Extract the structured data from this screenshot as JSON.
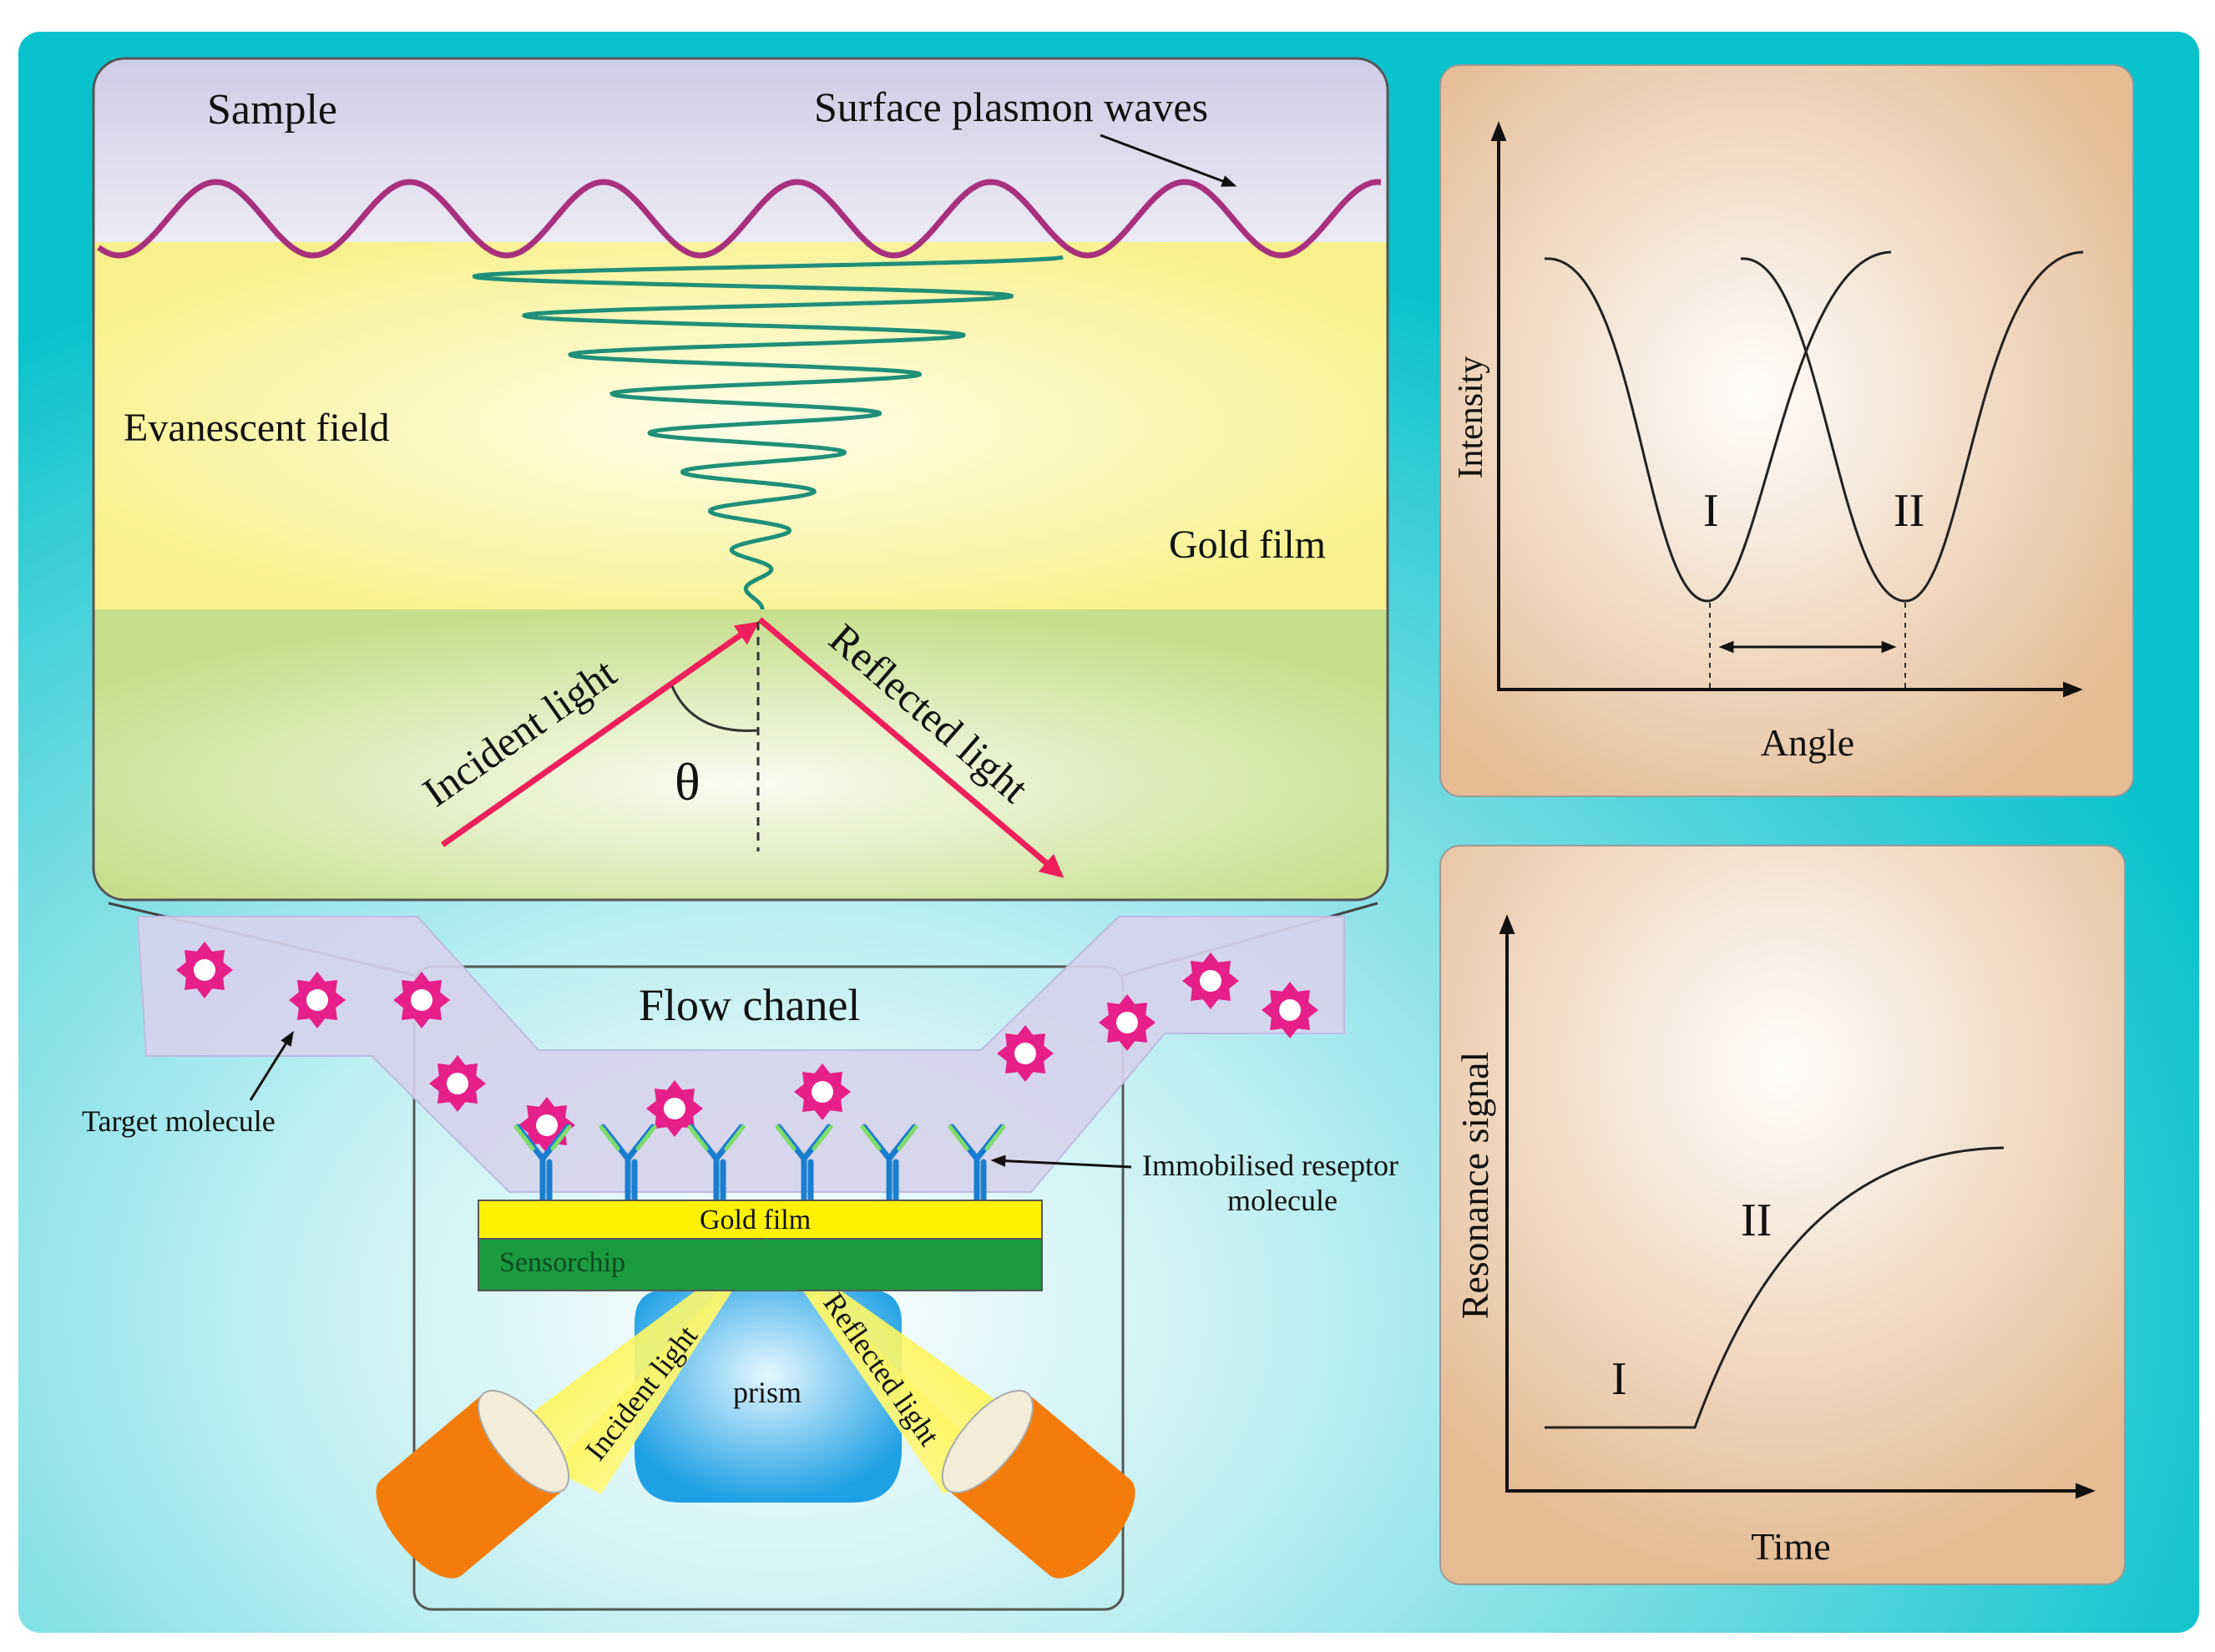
{
  "zoom_panel": {
    "sample_label": "Sample",
    "plasmon_label": "Surface plasmon waves",
    "evanescent_label": "Evanescent field",
    "gold_label": "Gold film",
    "incident_label": "Incident light",
    "reflected_label": "Reflected light",
    "theta_label": "θ"
  },
  "flow_channel": {
    "title": "Flow chanel",
    "target_label": "Target molecule",
    "receptor_label_line1": "Immobilised reseptor",
    "receptor_label_line2": "molecule",
    "gold_film_label": "Gold film",
    "sensorchip_label": "Sensorchip",
    "prism_label": "prism",
    "incident_label": "Incident light",
    "reflected_label": "Reflected light"
  },
  "angle_plot": {
    "ylabel": "Intensity",
    "xlabel": "Angle",
    "dip1_label": "I",
    "dip2_label": "II"
  },
  "time_plot": {
    "ylabel": "Resonance signal",
    "xlabel": "Time",
    "phase1_label": "I",
    "phase2_label": "II"
  },
  "colors": {
    "frame": "#0ac2cc",
    "sample": "#d8d6ec",
    "gold_layer": "#fbf59a",
    "green_layer": "#cfe39a",
    "wave": "#a8307c",
    "spiral": "#1f8f7a",
    "light_arrow": "#ee1f5a",
    "plot_panel": "#e7c29c",
    "molecule": "#e61f8a",
    "gold_strip": "#fff200",
    "sensorchip": "#1b9a3f",
    "prism": "#2aa8e8",
    "source": "#f47c0a"
  }
}
